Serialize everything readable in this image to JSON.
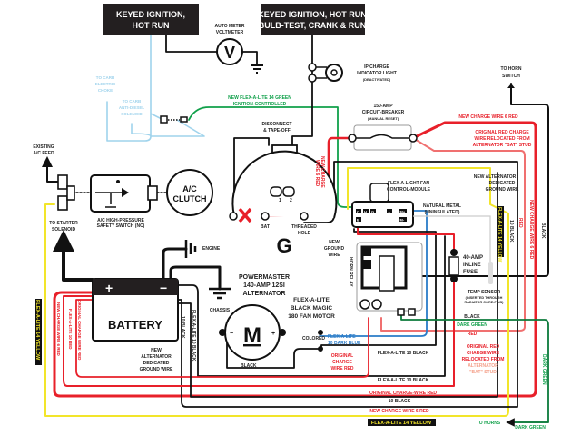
{
  "colors": {
    "black": "#111111",
    "red": "#e8202a",
    "light_red": "#f07070",
    "green": "#10a04a",
    "dark_green": "#0b7a3a",
    "yellow": "#f2e52a",
    "blue": "#2a7cc8",
    "light_blue": "#9fd3ec",
    "gray": "#bbbbbb",
    "pink_arrow": "#f4a08a"
  },
  "boxes": {
    "ign_hot_run": [
      "KEYED IGNITION,",
      "HOT RUN"
    ],
    "ign_bulb": [
      "KEYED IGNITION, HOT RUN",
      "BULB-TEST, CRANK & RUN"
    ]
  },
  "voltmeter": {
    "label": [
      "AUTO METER",
      "VOLTMETER"
    ],
    "symbol": "V"
  },
  "ip_light": [
    "IP CHARGE",
    "INDICATOR LIGHT",
    "(DEACTIVATED)"
  ],
  "horn_switch": [
    "TO HORN",
    "SWITCH"
  ],
  "carb_choke": [
    "TO CARB",
    "ELECTRIC",
    "CHOKE"
  ],
  "carb_solenoid": [
    "TO CARB",
    "ANTI-DIESEL",
    "SOLENOID"
  ],
  "green_wire": [
    "NEW FLEX-A-LITE 14 GREEN",
    "IGNITION-CONTROLLED"
  ],
  "disconnect": [
    "DISCONNECT",
    "& TAPE-OFF"
  ],
  "breaker": [
    "150-AMP",
    "CIRCUIT-BREAKER",
    "(MANUAL RESET)"
  ],
  "new_charge_top": "NEW CHARGE WIRE 6 RED",
  "orig_red_top": [
    "ORIGINAL RED CHARGE",
    "WIRE RELOCATED FROM",
    "ALTERNATOR \"BAT\" STUD"
  ],
  "new_charge_vert": [
    "NEW CHARGE",
    "WIRE 6 RED"
  ],
  "existing_ac": [
    "EXISTING",
    "A/C FEED"
  ],
  "ac_switch": [
    "A/C HIGH-PRESSURE",
    "SAFETY SWITCH (NC)"
  ],
  "ac_clutch": [
    "A/C",
    "CLUTCH"
  ],
  "starter": [
    "TO STARTER",
    "SOLENOID"
  ],
  "alternator": {
    "symbol": "G",
    "pins": [
      "1",
      "2"
    ],
    "bat": "BAT",
    "hole": [
      "THREADED",
      "HOLE"
    ],
    "label": [
      "POWERMASTER",
      "140-AMP 12SI",
      "ALTERNATOR"
    ]
  },
  "new_ground": [
    "NEW",
    "GROUND",
    "WIRE"
  ],
  "module": {
    "label": [
      "FLEX-A-LIGHT FAN",
      "CONTROL-MODULE"
    ],
    "pins": [
      "C",
      "H",
      "G",
      "+",
      "M+",
      "M-",
      "B"
    ]
  },
  "natural_metal": [
    "NATURAL METAL",
    "(UNINSULATED)"
  ],
  "new_alt_ground_r": [
    "NEW ALTERNATOR",
    "DEDICATED",
    "GROUND WIRE"
  ],
  "vert_labels": {
    "yellow": "FLEX-A-LITE 14 YELLOW",
    "ten_black": "10 BLACK",
    "red": "RED",
    "new_charge": "NEW CHARGE WIRE 6 RED",
    "black": "BLACK",
    "dark_green": "DARK GREEN",
    "left_new_charge": "NEW CHARGE WIRE 6 RED",
    "left_flex_red": "FLEX-A-LITE 10 RED",
    "left_orig": "ORIGINAL CHARGE WIRE RED",
    "bat_10black": "10 BLACK",
    "bat_flex_black": "FLEX-A-LITE 10 BLACK"
  },
  "horn_relay": "HORN RELAY",
  "fuse": [
    "40-AMP",
    "INLINE",
    "FUSE"
  ],
  "temp_sensor": [
    "TEMP SENSOR",
    "(INSERTED THROUGH",
    "RADIATOR CORE-FINS)"
  ],
  "engine": "ENGINE",
  "chassis": "CHASSIS",
  "battery": {
    "label": "BATTERY",
    "plus": "+",
    "minus": "−"
  },
  "motor": {
    "symbol": "M",
    "label": [
      "FLEX-A-LITE",
      "BLACK MAGIC",
      "180 FAN MOTOR"
    ],
    "minus": "−",
    "plus": "+",
    "colored": "COLORED",
    "black": "BLACK"
  },
  "blue_label": [
    "FLEX-A-LITE",
    "10 DARK BLUE"
  ],
  "orig_charge_left": [
    "ORIGINAL",
    "CHARGE",
    "WIRE RED"
  ],
  "new_alt_ground_l": [
    "NEW",
    "ALTERNATOR",
    "DEDICATED",
    "GROUND WIRE"
  ],
  "orig_red_bottom": [
    "ORIGINAL RED",
    "CHARGE WIRE",
    "RELOCATED FROM",
    "ALTERNATOR",
    "\"BAT\" STUD"
  ],
  "bottom": {
    "black": "BLACK",
    "dark_green": "DARK GREEN",
    "red": "RED",
    "flex_black_1": "FLEX-A-LITE 10 BLACK",
    "flex_black_2": "FLEX-A-LITE 10 BLACK",
    "orig_charge": "ORIGINAL CHARGE-WIRE RED",
    "ten_black": "10 BLACK",
    "new_charge": "NEW CHARGE WIRE 6 RED",
    "yellow": "FLEX-A-LITE 14 YELLOW",
    "to_horns": "TO HORNS",
    "dark_green_2": "DARK GREEN"
  }
}
